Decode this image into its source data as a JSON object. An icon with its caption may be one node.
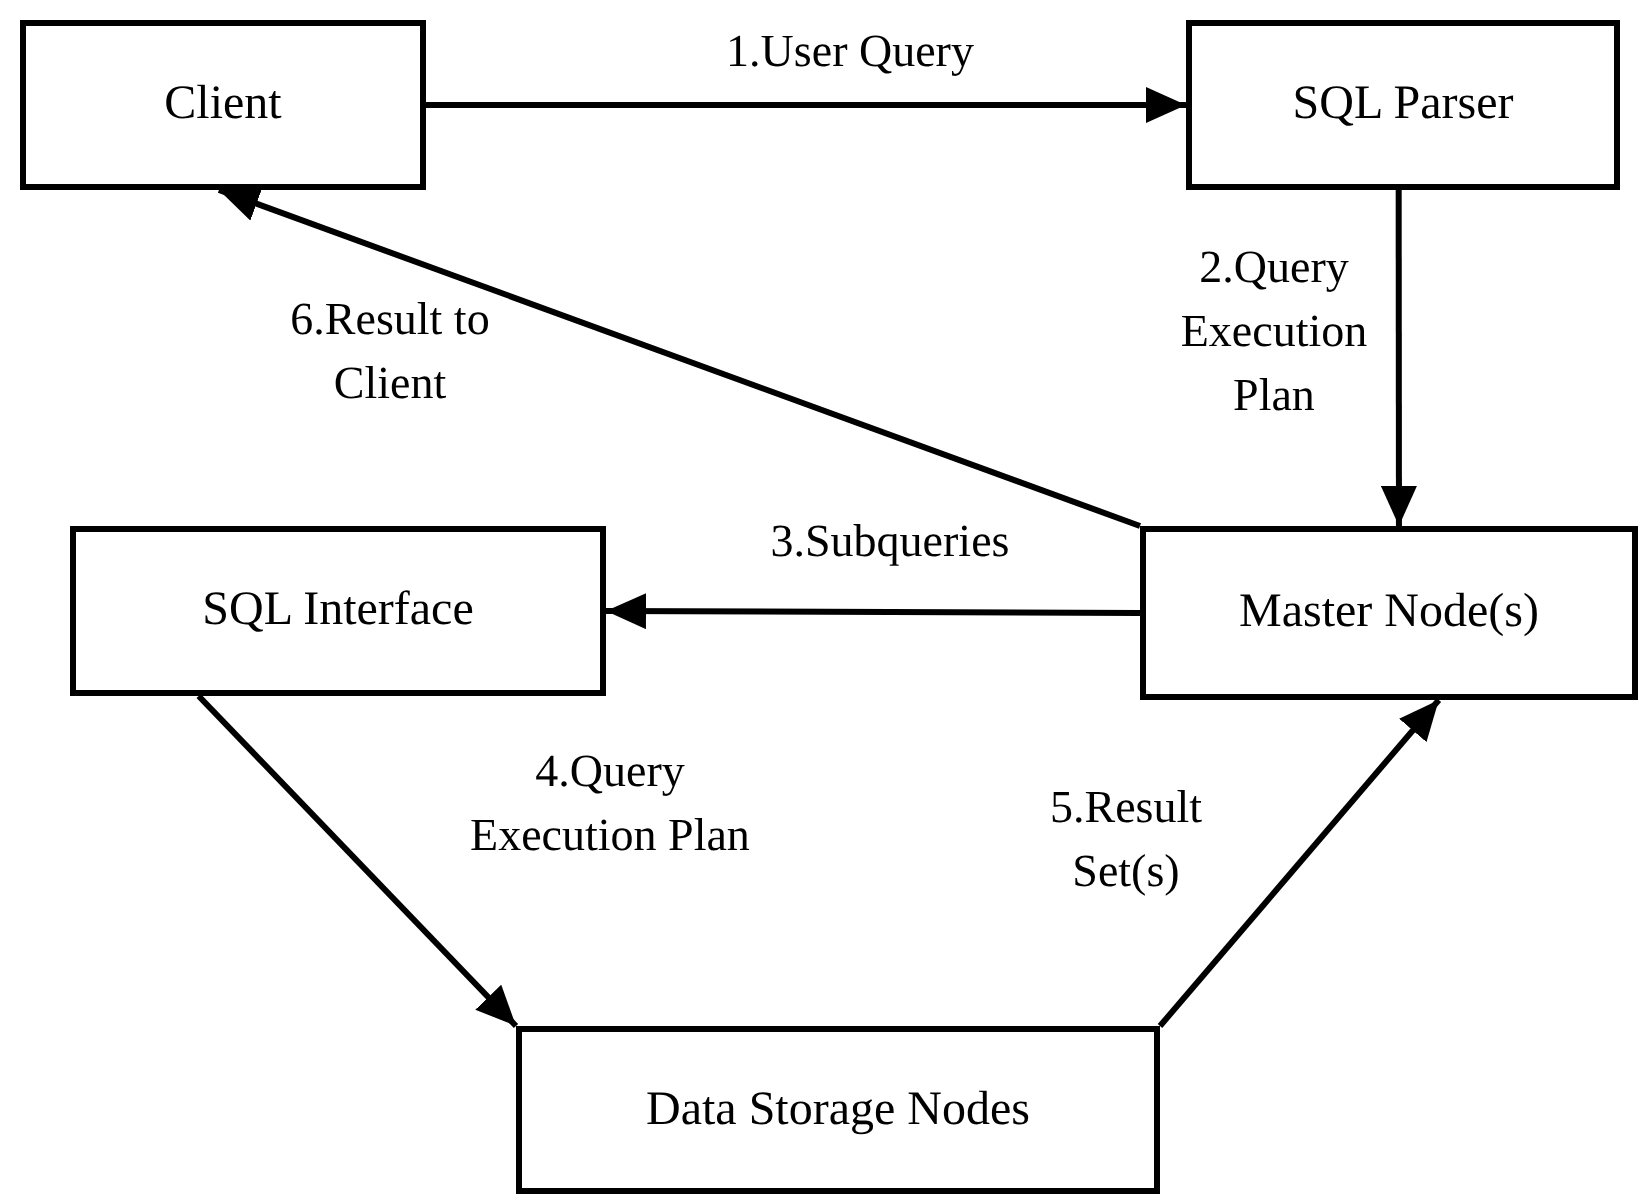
{
  "diagram": {
    "nodes": [
      {
        "text": [
          "Client"
        ]
      },
      {
        "text": [
          "SQL Parser"
        ]
      },
      {
        "text": [
          "Master Node(s)"
        ]
      },
      {
        "text": [
          "SQL Interface"
        ]
      },
      {
        "text": [
          "Data Storage Nodes"
        ]
      }
    ],
    "edges": [
      {
        "from": 0,
        "to": 1,
        "arrow": "to",
        "label": "1.User Query"
      },
      {
        "from": 1,
        "to": 2,
        "arrow": "to",
        "label": "2.Query Execution Plan"
      },
      {
        "from": 2,
        "to": 3,
        "arrow": "to",
        "label": "3.Subqueries"
      },
      {
        "from": 3,
        "to": 4,
        "arrow": "to",
        "label": "4.Query Execution Plan"
      },
      {
        "from": 4,
        "to": 2,
        "arrow": "to",
        "label": "5.Result Set(s)"
      },
      {
        "from": 2,
        "to": 0,
        "arrow": "to",
        "label": "6.Result to Client"
      }
    ]
  }
}
